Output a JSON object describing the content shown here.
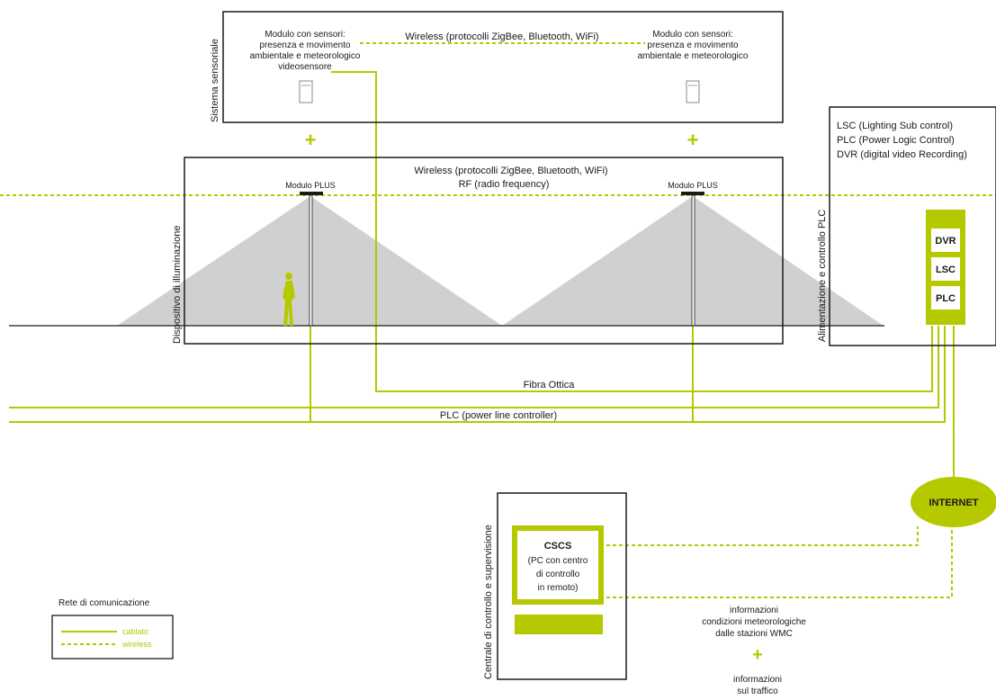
{
  "colors": {
    "accent": "#b5c800",
    "beam": "#d0d0d0",
    "ink": "#1a1a1a"
  },
  "sensor_system": {
    "title": "Sistema sensoriale",
    "module_left": [
      "Modulo con sensori:",
      "presenza e movimento",
      "ambientale e meteorologico",
      "videosensore"
    ],
    "module_right": [
      "Modulo con sensori:",
      "presenza e movimento",
      "ambientale e meteorologico"
    ],
    "wireless_label": "Wireless (protocolli ZigBee, Bluetooth, WiFi)"
  },
  "plus_sign": "+",
  "lighting": {
    "title": "Dispositivo di illuminazione",
    "wireless_line1": "Wireless (protocolli ZigBee, Bluetooth, WiFi)",
    "wireless_line2": "RF (radio frequency)",
    "module_left": "Modulo PLUS",
    "module_right": "Modulo PLUS"
  },
  "power_control": {
    "title": "Alimentazione e controllo PLC",
    "lines": [
      "LSC (Lighting Sub control)",
      "PLC (Power Logic Control)",
      "DVR (digital video Recording)"
    ],
    "units": [
      "DVR",
      "LSC",
      "PLC"
    ]
  },
  "links": {
    "fiber": "Fibra Ottica",
    "plc": "PLC (power line controller)",
    "internet": "INTERNET"
  },
  "control_center": {
    "title": "Centrale di controllo e supervisione",
    "cscs_title": "CSCS",
    "cscs_lines": [
      "(PC con centro",
      "di controllo",
      "in remoto)"
    ]
  },
  "info": {
    "weather": [
      "informazioni",
      "condizioni meteorologiche",
      "dalle stazioni WMC"
    ],
    "traffic": [
      "informazioni",
      "sul traffico"
    ]
  },
  "legend": {
    "title": "Rete di comunicazione",
    "wired": "cablato",
    "wireless": "wireless"
  }
}
